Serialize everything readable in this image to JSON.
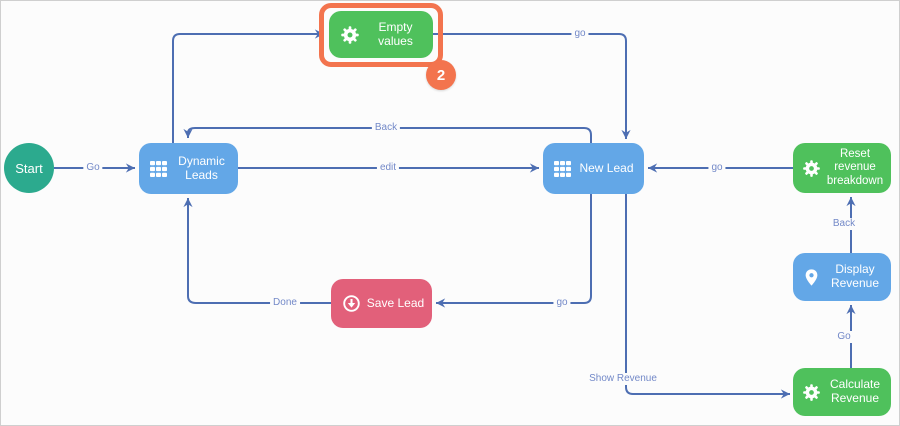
{
  "colors": {
    "background": "#fcfcfc",
    "node_blue": "#63a7e7",
    "node_green": "#4fc15c",
    "node_red": "#e2607a",
    "node_teal": "#2caa8e",
    "edge_line": "#4d6eb2",
    "edge_label": "#7389c8",
    "highlight_orange": "#f3744e"
  },
  "nodes": {
    "start": {
      "label": "Start"
    },
    "dynamic_leads": {
      "label": "Dynamic Leads",
      "icon": "grid-icon"
    },
    "empty_values": {
      "label": "Empty values",
      "icon": "gear-icon"
    },
    "new_lead": {
      "label": "New Lead",
      "icon": "grid-icon"
    },
    "save_lead": {
      "label": "Save Lead",
      "icon": "arrow-circle-down-icon"
    },
    "reset_revenue": {
      "label": "Reset revenue breakdown",
      "icon": "gear-icon"
    },
    "display_revenue": {
      "label": "Display Revenue",
      "icon": "map-pin-icon"
    },
    "calculate_revenue": {
      "label": "Calculate Revenue",
      "icon": "gear-icon"
    }
  },
  "edges": {
    "start_to_dynamic_leads": {
      "label": "Go"
    },
    "empty_values_to_new_lead": {
      "label": "go"
    },
    "new_lead_to_dynamic_leads": {
      "label": "Back"
    },
    "dynamic_leads_to_new_lead": {
      "label": "edit"
    },
    "reset_revenue_to_new_lead": {
      "label": "go"
    },
    "new_lead_to_save_lead": {
      "label": "go"
    },
    "save_lead_to_dynamic_leads": {
      "label": "Done"
    },
    "new_lead_to_calculate_revenue": {
      "label": "Show Revenue"
    },
    "calculate_revenue_to_display_revenue": {
      "label": "Go"
    },
    "display_revenue_to_reset_revenue": {
      "label": "Back"
    }
  },
  "annotation": {
    "step_badge": "2"
  }
}
